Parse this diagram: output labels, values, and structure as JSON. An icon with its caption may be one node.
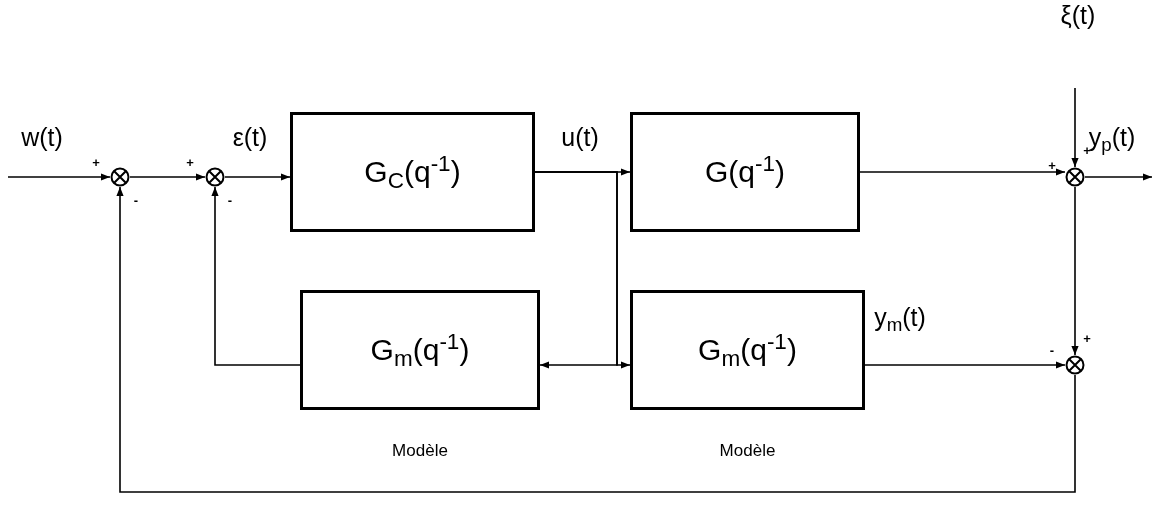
{
  "diagram": {
    "nodes": [
      {
        "text": [],
        "shape": "circle"
      },
      {
        "text": [],
        "shape": "circle"
      },
      {
        "text": [
          "G$_{C}$(q$^{-1}$)"
        ]
      },
      {
        "text": [
          "G(q$^{-1}$)"
        ]
      },
      {
        "text": [],
        "shape": "circle"
      },
      {
        "text": [
          "G$_{m}$(q$^{-1}$)"
        ],
        "beside": [
          "Modèle"
        ]
      },
      {
        "text": [
          "G$_{m}$(q$^{-1}$)"
        ],
        "beside": [
          "Modèle"
        ]
      },
      {
        "text": [],
        "shape": "circle"
      }
    ],
    "edges": [
      {
        "from": null,
        "to": 0,
        "arrow": "to",
        "label": "w(t)"
      },
      {
        "from": 0,
        "to": 1,
        "arrow": "to"
      },
      {
        "from": 1,
        "to": 2,
        "arrow": "to",
        "label": "ε(t)"
      },
      {
        "from": 2,
        "to": 3,
        "arrow": "to",
        "label": "u(t)"
      },
      {
        "from": 2,
        "to": 5,
        "arrow": "to"
      },
      {
        "from": 2,
        "to": 6,
        "arrow": "to"
      },
      {
        "from": 3,
        "to": 4,
        "arrow": "to"
      },
      {
        "from": null,
        "to": 4,
        "arrow": "to",
        "label": "ξ(t)"
      },
      {
        "from": 4,
        "to": null,
        "arrow": "to",
        "label": "y$_{p}$(t)"
      },
      {
        "from": 4,
        "to": 7,
        "arrow": "to"
      },
      {
        "from": 6,
        "to": 7,
        "arrow": "to",
        "label": "y$_{m}$(t)"
      },
      {
        "from": 5,
        "to": 1,
        "arrow": "to"
      },
      {
        "from": 7,
        "to": 0,
        "arrow": "to"
      }
    ],
    "labels": [
      "+",
      "+",
      "+",
      "+",
      "-",
      "-",
      "+",
      "-"
    ]
  }
}
